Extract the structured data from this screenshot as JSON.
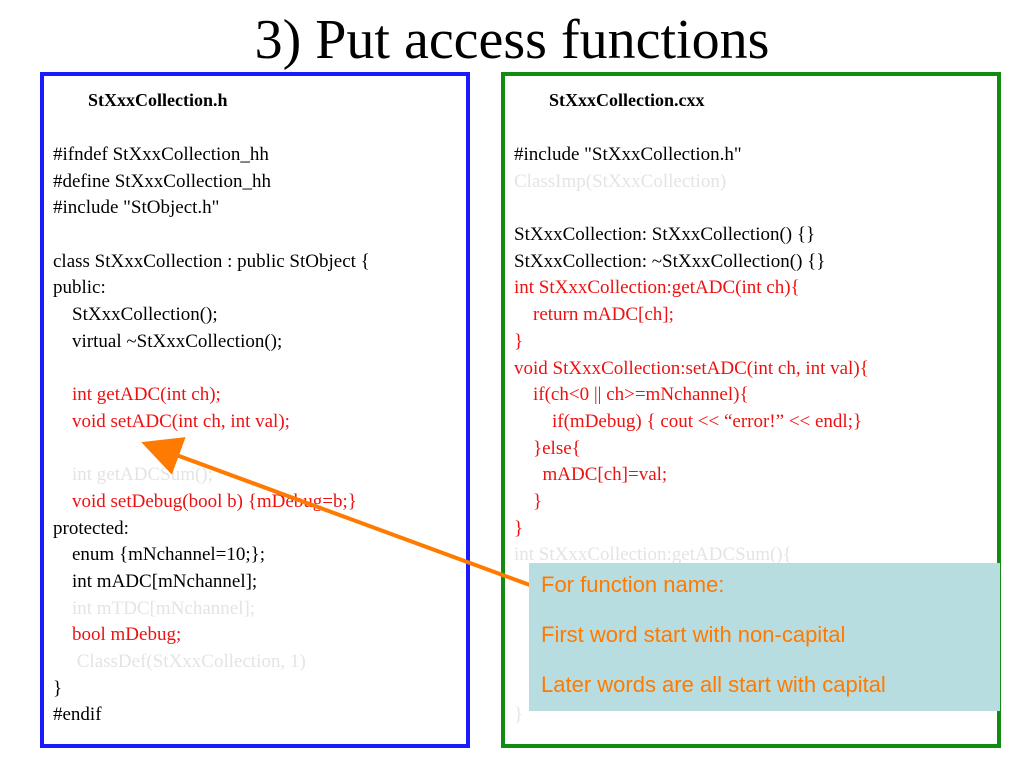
{
  "slide": {
    "title": "3) Put access functions"
  },
  "header_file": {
    "title": "StXxxCollection.h",
    "lines": [
      {
        "text": "#ifndef StXxxCollection_hh",
        "style": "normal"
      },
      {
        "text": "#define StXxxCollection_hh",
        "style": "normal"
      },
      {
        "text": "#include \"StObject.h\"",
        "style": "normal"
      },
      {
        "text": "",
        "style": "normal"
      },
      {
        "text": "class StXxxCollection : public StObject {",
        "style": "normal"
      },
      {
        "text": "public:",
        "style": "normal"
      },
      {
        "text": "    StXxxCollection();",
        "style": "normal"
      },
      {
        "text": "    virtual ~StXxxCollection();",
        "style": "normal"
      },
      {
        "text": "",
        "style": "normal"
      },
      {
        "text": "    int getADC(int ch);",
        "style": "red"
      },
      {
        "text": "    void setADC(int ch, int val);",
        "style": "red"
      },
      {
        "text": "",
        "style": "normal"
      },
      {
        "text": "    int getADCSum();",
        "style": "faint"
      },
      {
        "text": "    void setDebug(bool b) {mDebug=b;}",
        "style": "red"
      },
      {
        "text": "protected:",
        "style": "normal"
      },
      {
        "text": "    enum {mNchannel=10;};",
        "style": "normal"
      },
      {
        "text": "    int mADC[mNchannel];",
        "style": "normal"
      },
      {
        "text": "    int mTDC[mNchannel];",
        "style": "faint"
      },
      {
        "text": "    bool mDebug;",
        "style": "red"
      },
      {
        "text": "     ClassDef(StXxxCollection, 1)",
        "style": "faint"
      },
      {
        "text": "}",
        "style": "normal"
      },
      {
        "text": "#endif",
        "style": "normal"
      }
    ]
  },
  "source_file": {
    "title": "StXxxCollection.cxx",
    "lines": [
      {
        "text": "#include \"StXxxCollection.h\"",
        "style": "normal"
      },
      {
        "text": "ClassImp(StXxxCollection)",
        "style": "faint"
      },
      {
        "text": "",
        "style": "normal"
      },
      {
        "text": "StXxxCollection: StXxxCollection() {}",
        "style": "normal"
      },
      {
        "text": "StXxxCollection: ~StXxxCollection() {}",
        "style": "normal"
      },
      {
        "text": "int StXxxCollection:getADC(int ch){",
        "style": "red"
      },
      {
        "text": "    return mADC[ch];",
        "style": "red"
      },
      {
        "text": "}",
        "style": "red"
      },
      {
        "text": "void StXxxCollection:setADC(int ch, int val){",
        "style": "red"
      },
      {
        "text": "    if(ch<0 || ch>=mNchannel){",
        "style": "red"
      },
      {
        "text": "        if(mDebug) { cout << “error!” << endl;}",
        "style": "red"
      },
      {
        "text": "    }else{",
        "style": "red"
      },
      {
        "text": "      mADC[ch]=val;",
        "style": "red"
      },
      {
        "text": "    }",
        "style": "red"
      },
      {
        "text": "}",
        "style": "red"
      },
      {
        "text": "int StXxxCollection:getADCSum(){",
        "style": "faint"
      },
      {
        "text": "",
        "style": "normal"
      },
      {
        "text": "",
        "style": "normal"
      },
      {
        "text": "",
        "style": "normal"
      },
      {
        "text": "",
        "style": "normal"
      },
      {
        "text": "",
        "style": "normal"
      },
      {
        "text": "}",
        "style": "faint"
      }
    ]
  },
  "callout": {
    "lines": [
      "For function name:",
      "First word start with non-capital",
      "Later words are all start with capital"
    ]
  },
  "colors": {
    "header_border": "#1a1aff",
    "source_border": "#138a13",
    "highlight_text": "#ee1111",
    "callout_bg": "#b8dde0",
    "callout_text": "#ff7a00",
    "arrow": "#ff7a00"
  }
}
